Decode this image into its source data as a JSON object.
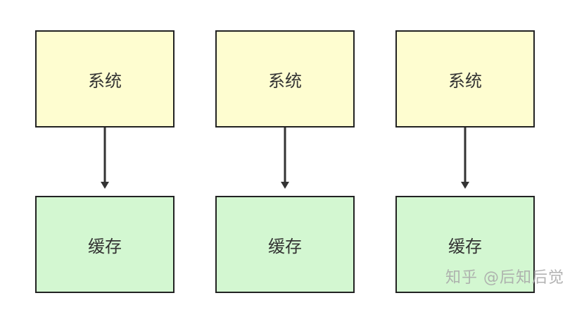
{
  "columns": [
    {
      "system_label": "系统",
      "cache_label": "缓存"
    },
    {
      "system_label": "系统",
      "cache_label": "缓存"
    },
    {
      "system_label": "系统",
      "cache_label": "缓存"
    }
  ],
  "colors": {
    "system_fill": "#fefdd0",
    "cache_fill": "#d3f7d1",
    "border": "#222222",
    "arrow": "#333333"
  },
  "watermark": "知乎 @后知后觉"
}
